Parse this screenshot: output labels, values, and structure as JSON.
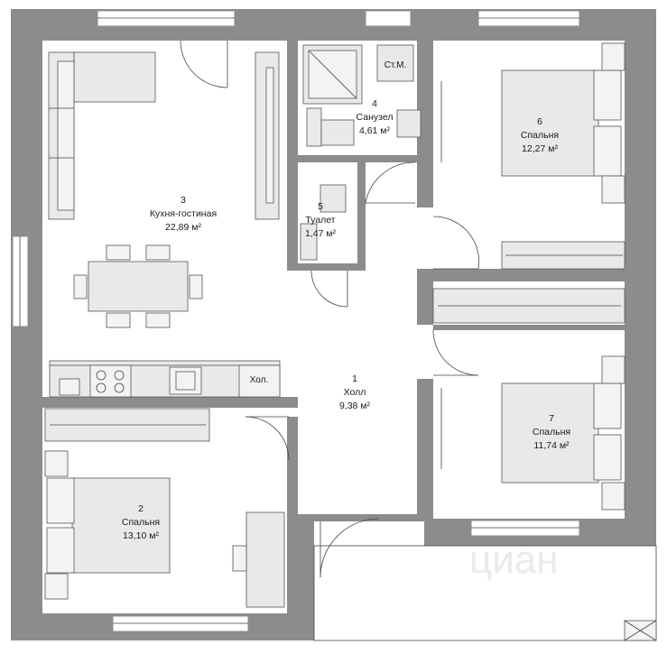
{
  "rooms": [
    {
      "number": "1",
      "name": "Холл",
      "area": "9,38 м²"
    },
    {
      "number": "2",
      "name": "Спальня",
      "area": "13,10 м²"
    },
    {
      "number": "3",
      "name": "Кухня-гостиная",
      "area": "22,89 м²"
    },
    {
      "number": "4",
      "name": "Санузел",
      "area": "4,61 м²"
    },
    {
      "number": "5",
      "name": "Туалет",
      "area": "1,47 м²"
    },
    {
      "number": "6",
      "name": "Спальня",
      "area": "12,27 м²"
    },
    {
      "number": "7",
      "name": "Спальня",
      "area": "11,74 м²"
    }
  ],
  "fixtures": {
    "washer_label": "Ст.М.",
    "fridge_label": "Хол."
  },
  "watermark": "циан"
}
